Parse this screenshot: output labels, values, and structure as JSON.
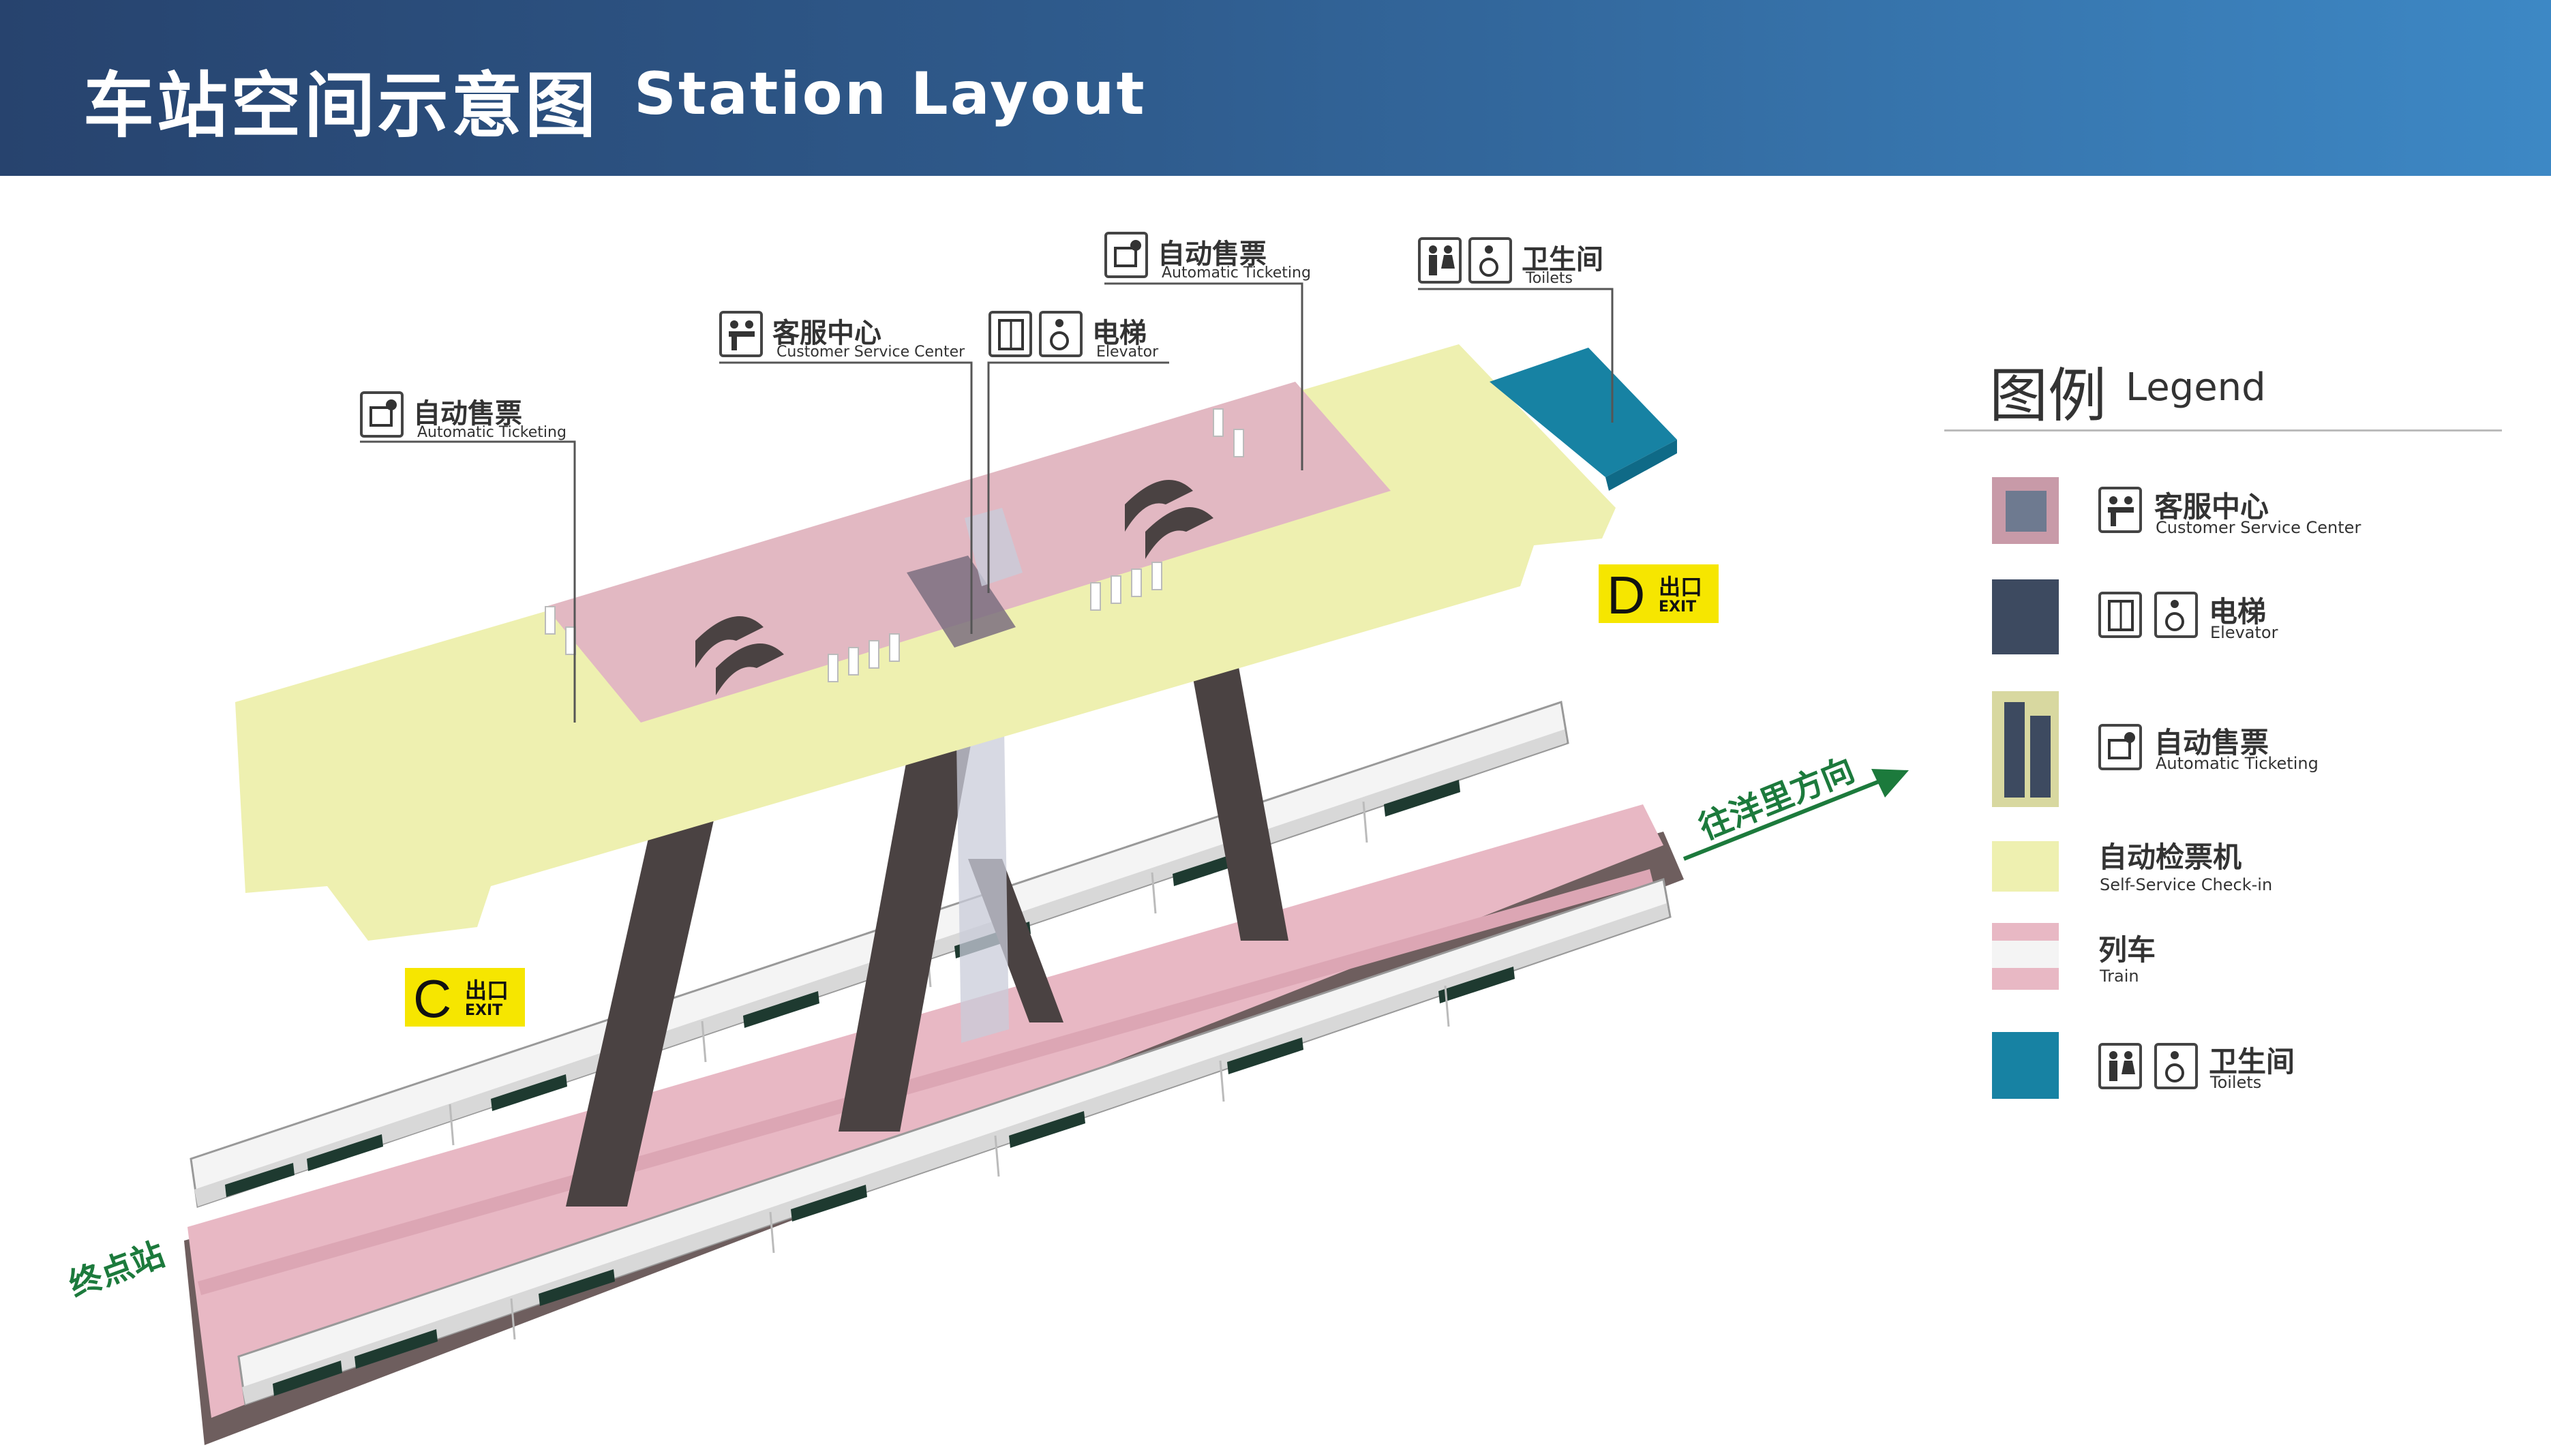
{
  "header": {
    "title_zh": "车站空间示意图",
    "title_en": "Station Layout"
  },
  "callouts": {
    "ticketing_left": {
      "zh": "自动售票",
      "en": "Automatic Ticketing"
    },
    "service_center": {
      "zh": "客服中心",
      "en": "Customer Service Center"
    },
    "elevator": {
      "zh": "电梯",
      "en": "Elevator"
    },
    "ticketing_right": {
      "zh": "自动售票",
      "en": "Automatic Ticketing"
    },
    "toilets": {
      "zh": "卫生间",
      "en": "Toilets"
    }
  },
  "exits": {
    "c": {
      "letter": "C",
      "zh": "出口",
      "en": "EXIT"
    },
    "d": {
      "letter": "D",
      "zh": "出口",
      "en": "EXIT"
    }
  },
  "directions": {
    "forward": "往洋里方向",
    "terminal": "终点站"
  },
  "legend": {
    "title_zh": "图例",
    "title_en": "Legend",
    "items": [
      {
        "zh": "客服中心",
        "en": "Customer Service Center",
        "icon": "service-center-icon"
      },
      {
        "zh": "电梯",
        "en": "Elevator",
        "icon": "elevator-icon"
      },
      {
        "zh": "自动售票",
        "en": "Automatic Ticketing",
        "icon": "ticketing-icon"
      },
      {
        "zh": "自动检票机",
        "en": "Self-Service Check-in"
      },
      {
        "zh": "列车",
        "en": "Train"
      },
      {
        "zh": "卫生间",
        "en": "Toilets",
        "icon": "toilets-icon"
      }
    ]
  },
  "colors": {
    "concourse": "#eef0b0",
    "paid_area": "#e2b8c2",
    "platform": "#e8b8c4",
    "track_base": "#6e5e5e",
    "toilets": "#1782a3",
    "stair": "#4a4242",
    "exit_sign": "#f6e600",
    "direction": "#1c7a3c",
    "header_start": "#27436e",
    "header_end": "#3d88c5"
  }
}
